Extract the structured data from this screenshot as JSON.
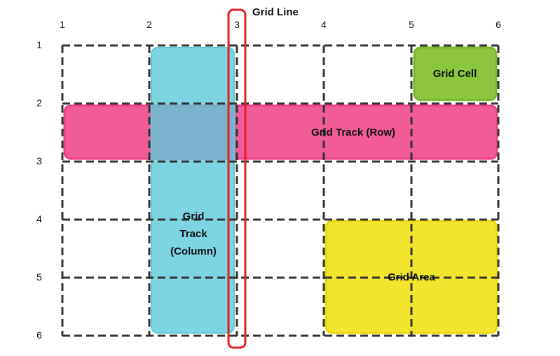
{
  "title": "Grid Line",
  "column_line_numbers": [
    "1",
    "2",
    "3",
    "4",
    "5",
    "6"
  ],
  "row_line_numbers": [
    "1",
    "2",
    "3",
    "4",
    "5",
    "6"
  ],
  "regions": {
    "row_track": {
      "label": "Grid Track (Row)",
      "color": "#f0508f"
    },
    "column_track": {
      "label_lines": [
        "Grid",
        "Track",
        "(Column)"
      ],
      "color": "#5ccad9"
    },
    "cell": {
      "label": "Grid Cell",
      "color": "#8cc63f"
    },
    "area": {
      "label": "Grid Area",
      "color": "#f2e52e"
    },
    "line_highlight": {
      "color": "#e32020"
    }
  },
  "colors": {
    "grid_lines": "#333333"
  }
}
